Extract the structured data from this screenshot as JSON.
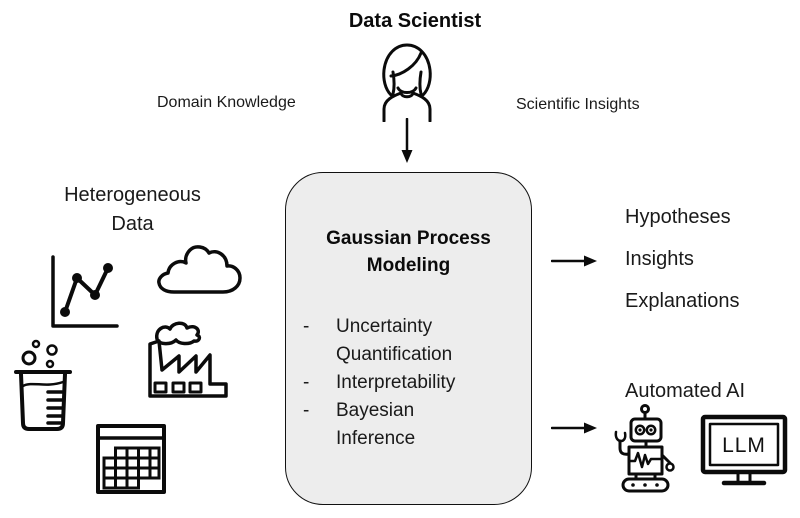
{
  "diagram": {
    "actor": {
      "title": "Data Scientist",
      "icon": "person-icon"
    },
    "side_labels": {
      "left": "Domain Knowledge",
      "right": "Scientific Insights"
    },
    "data_source": {
      "title_line1": "Heterogeneous",
      "title_line2": "Data",
      "icons": [
        "line-chart-icon",
        "cloud-icon",
        "beaker-icon",
        "factory-icon",
        "table-icon"
      ]
    },
    "center_box": {
      "title_line1": "Gaussian Process",
      "title_line2": "Modeling",
      "bullet_marker": "-",
      "bullets": [
        "Uncertainty Quantification",
        "Interpretability",
        "Bayesian Inference"
      ],
      "fill_color": "#EDEDED",
      "border_color": "#111111"
    },
    "outputs": {
      "items": [
        "Hypotheses",
        "Insights",
        "Explanations"
      ]
    },
    "automated_ai": {
      "label": "Automated AI",
      "monitor_text": "LLM",
      "icons": [
        "robot-icon",
        "monitor-icon"
      ]
    },
    "arrows": [
      "down-arrow",
      "right-arrow",
      "right-arrow"
    ]
  }
}
